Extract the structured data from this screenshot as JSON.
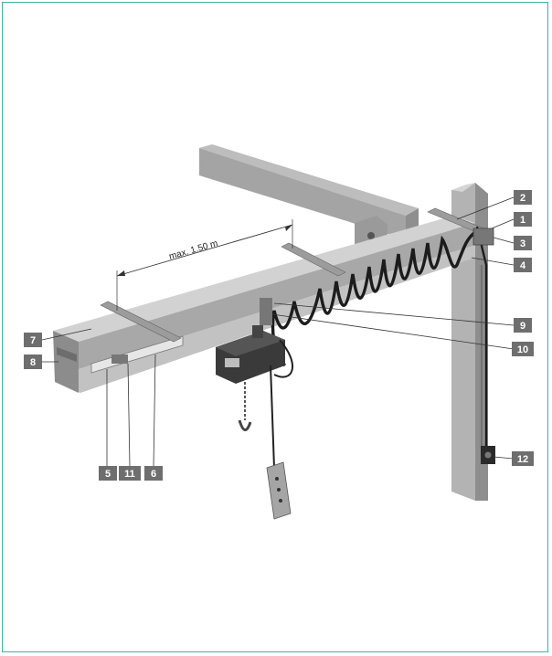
{
  "colors": {
    "frame": "#3fb0a8",
    "steel_light": "#cfcfcf",
    "steel_mid": "#a9a9a9",
    "steel_dark": "#7a7a7a",
    "cable": "#1c1c1c",
    "callout_bg": "#6e6e6e",
    "callout_text": "#ffffff"
  },
  "dimension": {
    "label": "max. 1.50 m"
  },
  "callouts": [
    "1",
    "2",
    "3",
    "4",
    "5",
    "6",
    "7",
    "8",
    "9",
    "10",
    "11",
    "12"
  ]
}
